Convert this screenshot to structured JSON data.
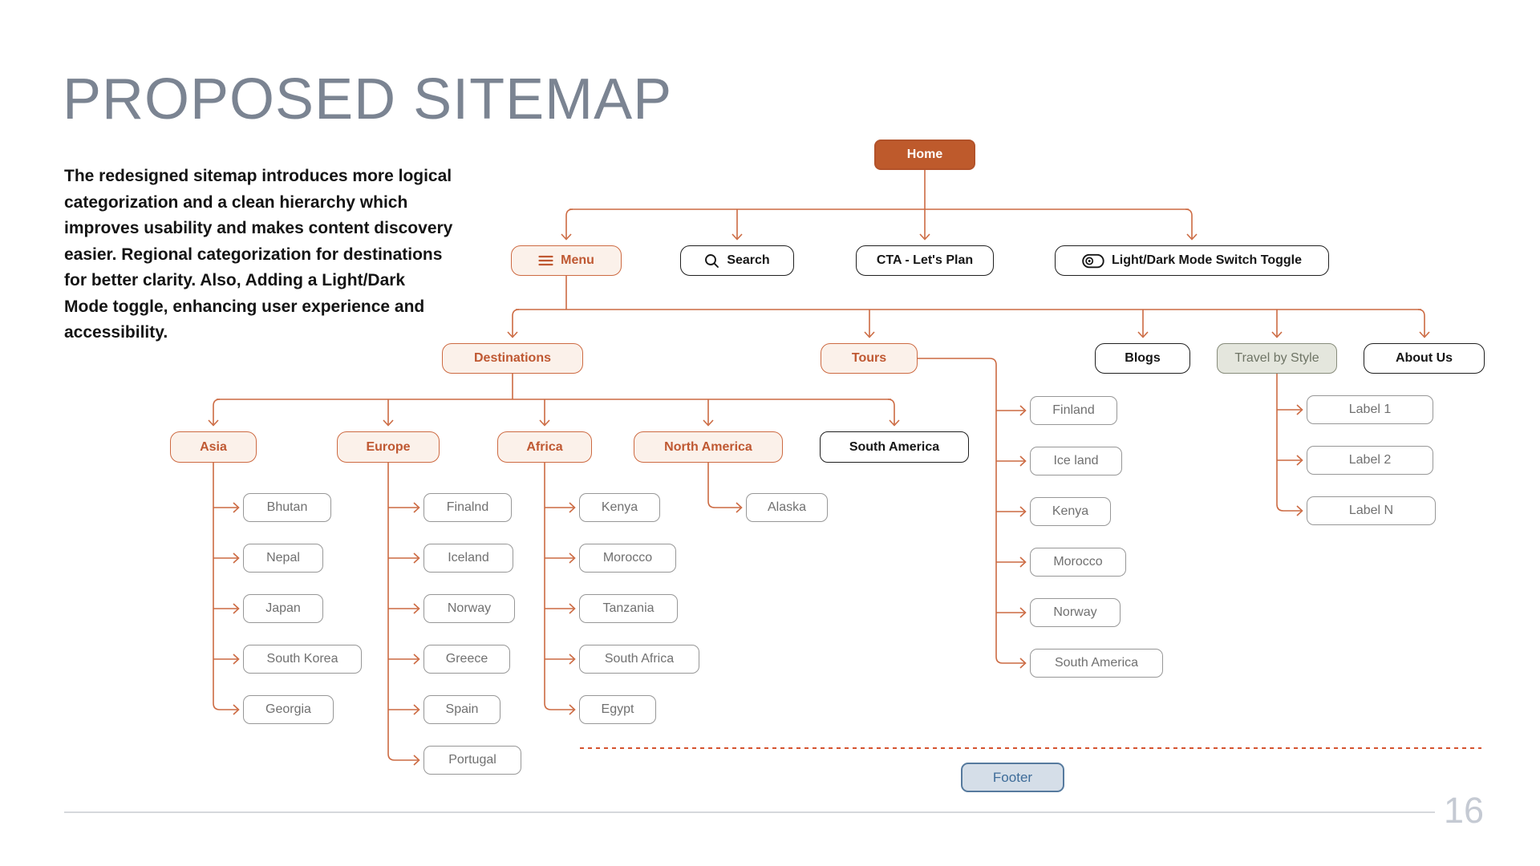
{
  "slide": {
    "title": "PROPOSED SITEMAP",
    "description_lines": [
      "The redesigned sitemap introduces more logical",
      "categorization and a clean hierarchy which",
      "improves usability and makes content discovery",
      "easier. Regional categorization for destinations",
      "for better clarity. Also, Adding a Light/Dark",
      "Mode toggle, enhancing user experience and",
      "accessibility."
    ],
    "page_number": "16"
  },
  "sitemap": {
    "home": "Home",
    "nav": [
      {
        "label": "Menu",
        "icon": "hamburger-icon"
      },
      {
        "label": "Search",
        "icon": "magnifier-icon"
      },
      {
        "label": "CTA - Let's Plan"
      },
      {
        "label": "Light/Dark Mode Switch Toggle",
        "icon": "toggle-icon"
      }
    ],
    "sections": [
      {
        "label": "Destinations"
      },
      {
        "label": "Tours"
      },
      {
        "label": "Blogs"
      },
      {
        "label": "Travel by Style"
      },
      {
        "label": "About Us"
      }
    ],
    "regions": [
      {
        "label": "Asia"
      },
      {
        "label": "Europe"
      },
      {
        "label": "Africa"
      },
      {
        "label": "North America"
      },
      {
        "label": "South America"
      }
    ],
    "asia_children": [
      "Bhutan",
      "Nepal",
      "Japan",
      "South Korea",
      "Georgia"
    ],
    "europe_children": [
      "Finalnd",
      "Iceland",
      "Norway",
      "Greece",
      "Spain",
      "Portugal"
    ],
    "africa_children": [
      "Kenya",
      "Morocco",
      "Tanzania",
      "South Africa",
      "Egypt"
    ],
    "north_america_children": [
      "Alaska"
    ],
    "tours_children": [
      "Finland",
      "Ice land",
      "Kenya",
      "Morocco",
      "Norway",
      "South America"
    ],
    "travel_by_style_children": [
      "Label 1",
      "Label 2",
      "Label N"
    ],
    "footer": "Footer"
  },
  "colors": {
    "connector_orange": "#CC6A42",
    "home_fill": "#BE5A2C",
    "orange_node_fill": "#FBF1EA",
    "orange_node_text": "#BF5832",
    "dark_node_border": "#1F1F1F",
    "child_node_border": "#979797",
    "child_node_text": "#707070",
    "travel_by_style_fill": "#E4E6DD",
    "footer_fill": "#D5DEE8",
    "footer_border": "#567A9E",
    "footer_text": "#3E6C99",
    "dashed_separator": "#D5532F",
    "title_text": "#7B8492",
    "page_number_text": "#C5CAD3"
  }
}
